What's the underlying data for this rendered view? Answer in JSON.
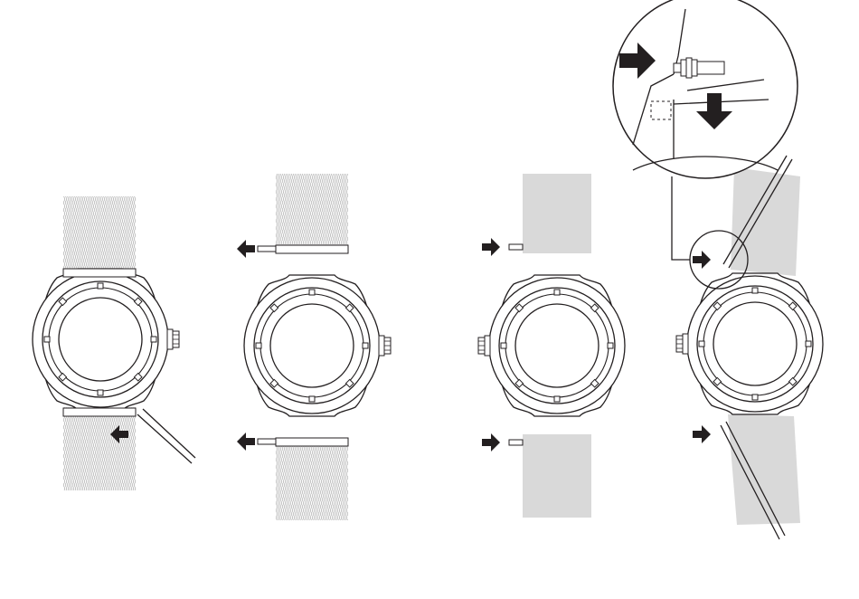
{
  "figure": {
    "kind": "instruction-diagram",
    "steps": [
      {
        "id": "step-1",
        "strap": "mesh"
      },
      {
        "id": "step-2",
        "strap": "mesh"
      },
      {
        "id": "step-3",
        "strap": "plain"
      },
      {
        "id": "step-4",
        "strap": "plain"
      }
    ]
  },
  "colors": {
    "line": "#231f20",
    "arrow": "#231f20",
    "strap_fill": "#d9d9d9",
    "mesh_line": "#9a9a9a",
    "background": "#ffffff"
  }
}
